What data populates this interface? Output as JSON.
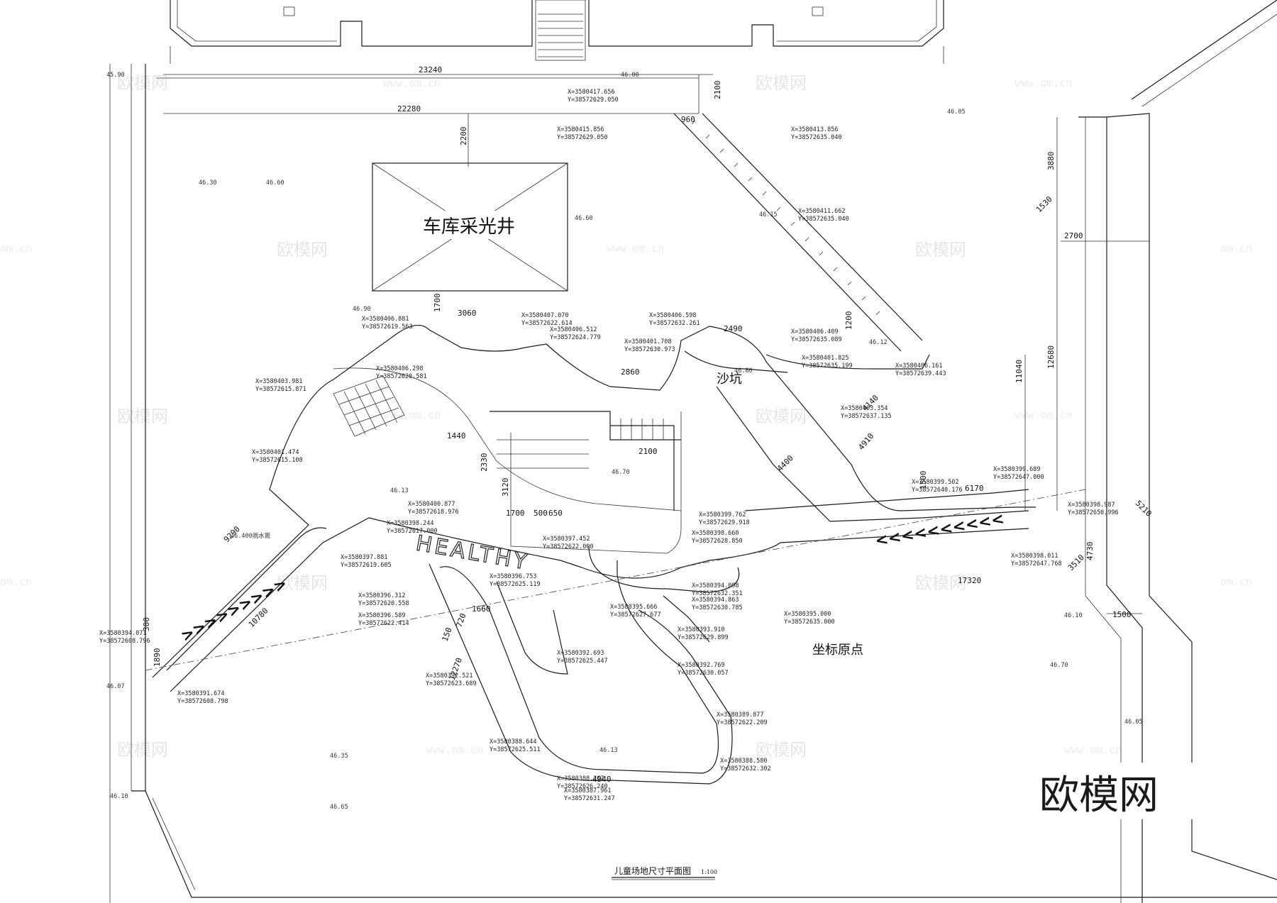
{
  "drawing": {
    "title": "儿童场地尺寸平面图",
    "scale": "1:100",
    "labels": {
      "skylight": "车库采光井",
      "sandpit": "沙坑",
      "origin": "坐标原点",
      "healthy": "HEALTHY"
    },
    "watermark": {
      "cn": "欧模网",
      "url": "www.om.cn",
      "short": "om.cn"
    },
    "logo": "欧模网",
    "dimensions": {
      "d23240": "23240",
      "d22280": "22280",
      "d2200": "2200",
      "d2100": "2100",
      "d960": "960",
      "d3060": "3060",
      "d1700a": "1700",
      "d2860": "2860",
      "d2490": "2490",
      "d2100b": "2100",
      "d1440": "1440",
      "d3120": "3120",
      "d2330": "2330",
      "d1700b": "1700",
      "d500": "500",
      "d650": "650",
      "d9290": "9290",
      "d10780": "10780",
      "d12270": "12270",
      "d17320": "17320",
      "d4940": "4940",
      "d6170": "6170",
      "d4400": "4400",
      "d4910": "4910",
      "d4140": "4140",
      "d11040": "11040",
      "d12680": "12680",
      "d3880": "3880",
      "d2700": "2700",
      "d1530": "1530",
      "d5210": "5210",
      "d4730": "4730",
      "d3510": "3510",
      "d1500": "1500",
      "d1890": "1890",
      "d300": "300",
      "d1200": "1200",
      "d1660": "1660",
      "d720": "720",
      "d150": "150"
    },
    "elevations": {
      "e4530": "46.30",
      "e4660a": "46.60",
      "e4660b": "46.60",
      "e4690": "46.90",
      "e4615": "46.15",
      "e4612": "46.12",
      "e4680": "46.80",
      "e4670": "46.70",
      "e4613a": "46.13",
      "e4613b": "46.13",
      "e4605a": "46.05",
      "e4605b": "46.05",
      "e4607": "46.07",
      "e4610a": "46.10",
      "e4610b": "46.10",
      "e4635": "46.35",
      "e4665": "46.65",
      "e4670b": "46.70",
      "e4600": "46.00",
      "e4590": "45.90",
      "e4400": "46.400雨水篦"
    },
    "coords": {
      "c1": [
        "X=3580417.656",
        "Y=38572629.050"
      ],
      "c2": [
        "X=3580415.856",
        "Y=38572629.050"
      ],
      "c3": [
        "X=3580413.856",
        "Y=38572635.040"
      ],
      "c4": [
        "X=3580411.662",
        "Y=38572635.040"
      ],
      "c5": [
        "X=3580406.161",
        "Y=38572639.443"
      ],
      "c6": [
        "X=3580403.354",
        "Y=38572637.135"
      ],
      "c7": [
        "X=3580399.502",
        "Y=38572640.176"
      ],
      "c8": [
        "X=3580399.689",
        "Y=38572647.000"
      ],
      "c9": [
        "X=3580398.987",
        "Y=38572650.996"
      ],
      "c10": [
        "X=3580395.000",
        "Y=38572635.000"
      ],
      "c11": [
        "X=3580393.910",
        "Y=38572629.899"
      ],
      "c12": [
        "X=3580392.769",
        "Y=38572630.057"
      ],
      "c13": [
        "X=3580389.877",
        "Y=38572622.209"
      ],
      "c14": [
        "X=3580388.580",
        "Y=38572632.302"
      ],
      "c15": [
        "X=3580387.961",
        "Y=38572631.247"
      ],
      "c16": [
        "X=3580388.267",
        "Y=38572626.240"
      ],
      "c17": [
        "X=3580388.644",
        "Y=38572625.511"
      ],
      "c18": [
        "X=3580392.521",
        "Y=38572623.689"
      ],
      "c19": [
        "X=3580391.674",
        "Y=38572608.798"
      ],
      "c20": [
        "X=3580394.071",
        "Y=38572608.796"
      ],
      "c21": [
        "X=3580396.589",
        "Y=38572622.414"
      ],
      "c22": [
        "X=3580396.312",
        "Y=38572620.558"
      ],
      "c23": [
        "X=3580397.881",
        "Y=38572619.605"
      ],
      "c24": [
        "X=3580398.244",
        "Y=38572617.000"
      ],
      "c25": [
        "X=3580400.877",
        "Y=38572618.976"
      ],
      "c26": [
        "X=3580401.474",
        "Y=38572615.108"
      ],
      "c27": [
        "X=3580403.981",
        "Y=38572615.871"
      ],
      "c28": [
        "X=3580406.881",
        "Y=38572619.563"
      ],
      "c29": [
        "X=3580406.298",
        "Y=38572620.581"
      ],
      "c30": [
        "X=3580407.070",
        "Y=38572622.614"
      ],
      "c31": [
        "X=3580406.512",
        "Y=38572624.779"
      ],
      "c32": [
        "X=3580406.598",
        "Y=38572632.261"
      ],
      "c33": [
        "X=3580406.409",
        "Y=38572635.089"
      ],
      "c34": [
        "X=3580401.825",
        "Y=38572635.199"
      ],
      "c35": [
        "X=3580395.666",
        "Y=38572627.677"
      ],
      "c36": [
        "X=3580394.098",
        "Y=38572632.351"
      ],
      "c37": [
        "X=3580394.863",
        "Y=38572630.785"
      ],
      "c38": [
        "X=3580392.693",
        "Y=38572625.447"
      ],
      "c39": [
        "X=3580396.753",
        "Y=38572625.119"
      ],
      "c40": [
        "X=3580397.452",
        "Y=38572622.000"
      ],
      "c41": [
        "X=3580399.762",
        "Y=38572629.918"
      ],
      "c42": [
        "X=3580398.660",
        "Y=38572628.850"
      ],
      "c43": [
        "X=3580401.708",
        "Y=38572630.973"
      ],
      "c44": [
        "X=3580398.011",
        "Y=38572647.768"
      ]
    }
  }
}
